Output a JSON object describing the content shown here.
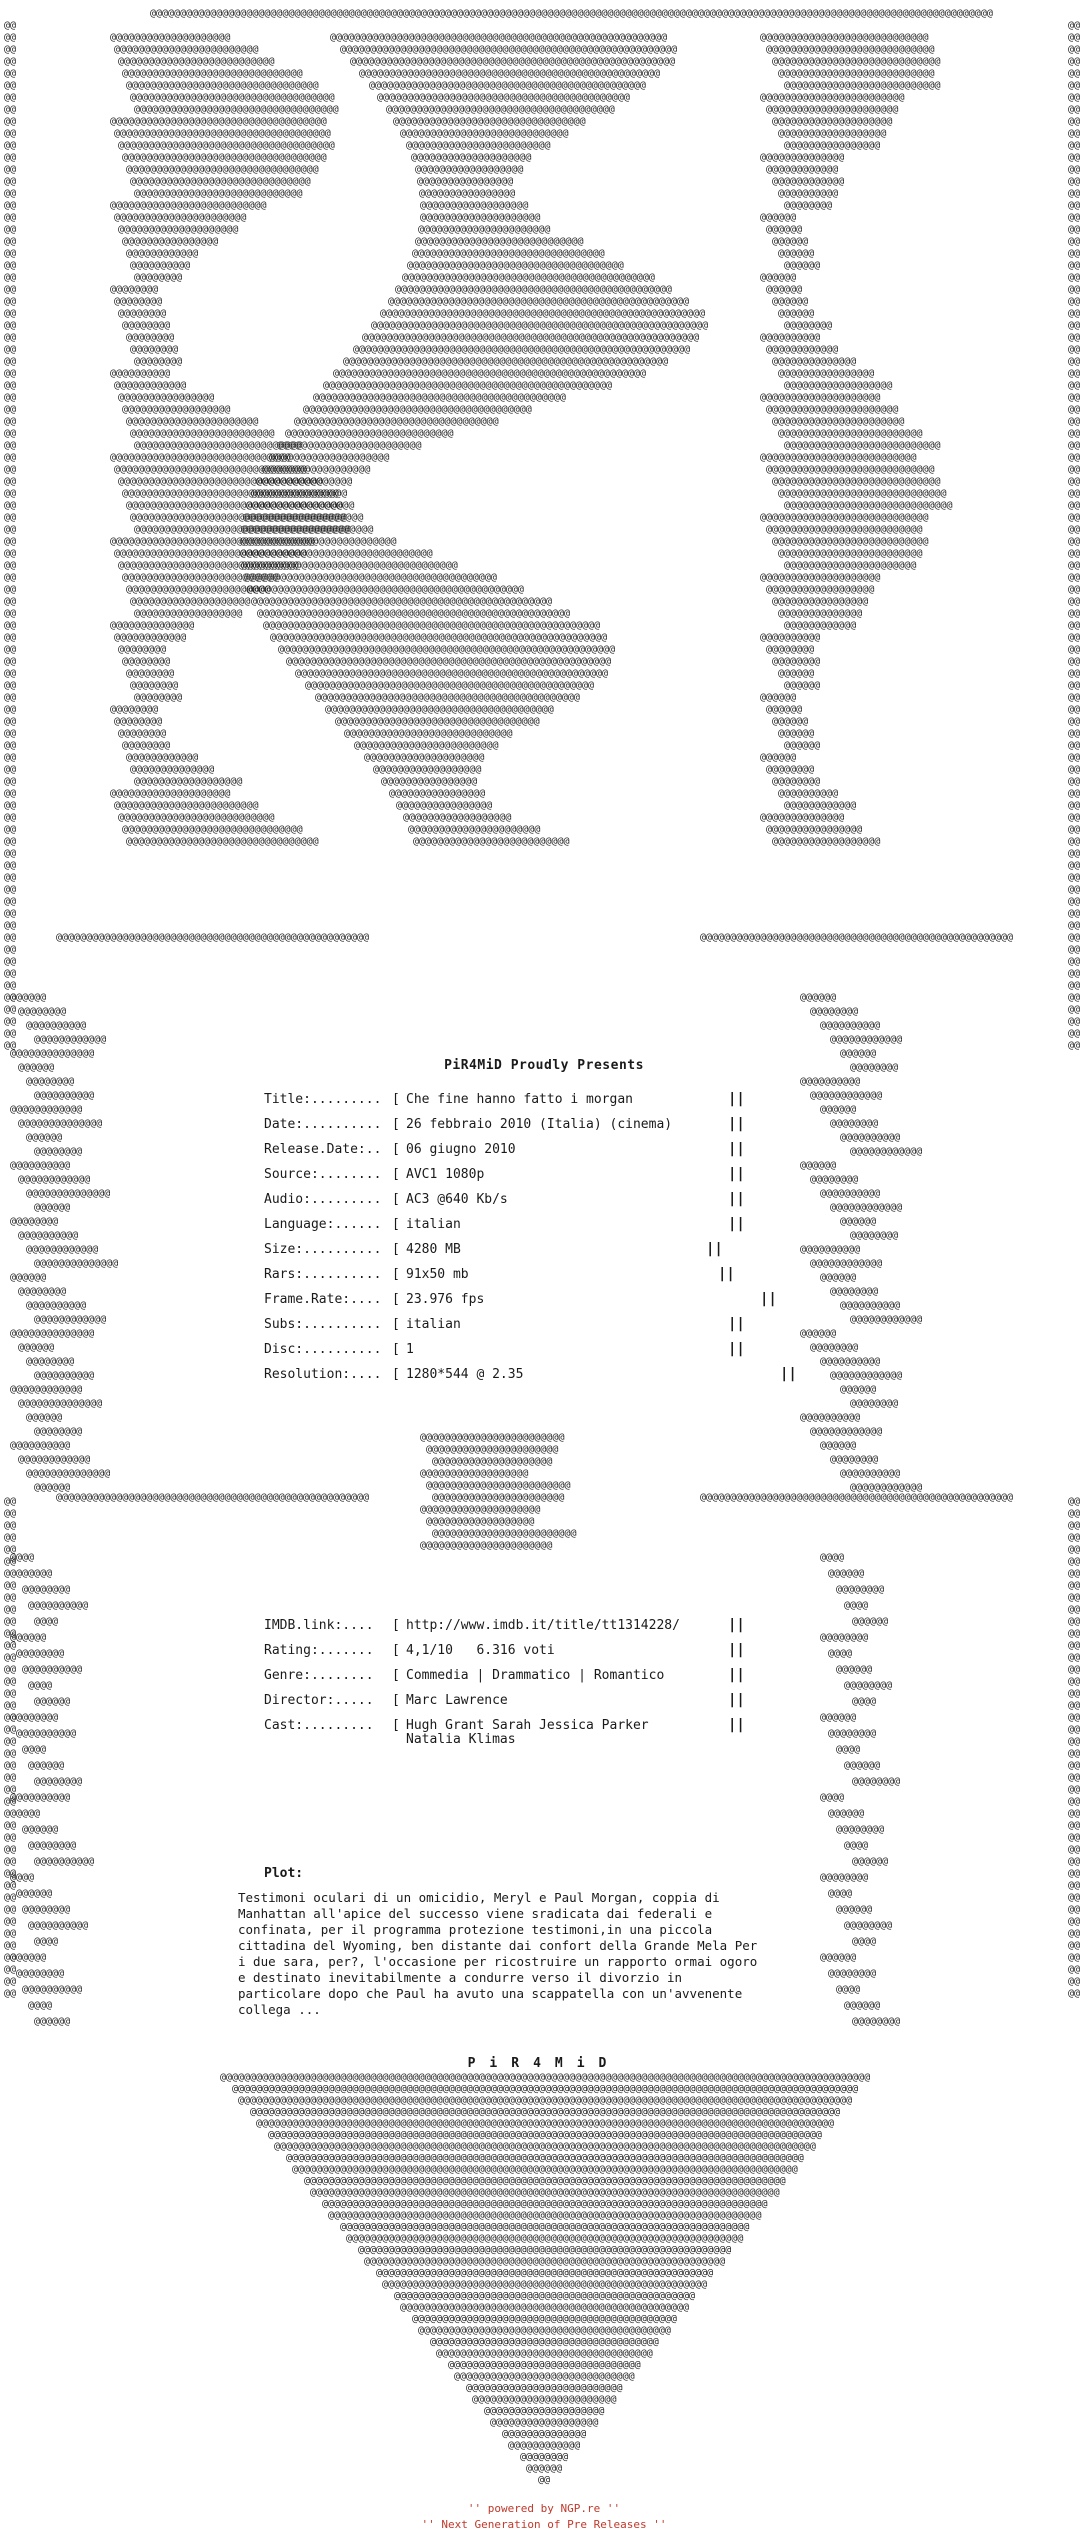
{
  "header": {
    "presents": "PiR4MiD Proudly Presents"
  },
  "info": [
    {
      "label": "Title:.........",
      "value": "Che fine hanno fatto i morgan"
    },
    {
      "label": "Date:..........",
      "value": "26 febbraio 2010 (Italia) (cinema)"
    },
    {
      "label": "Release.Date:..",
      "value": "06 giugno 2010"
    },
    {
      "label": "Source:........",
      "value": "AVC1 1080p"
    },
    {
      "label": "Audio:.........",
      "value": "AC3 @640 Kb/s"
    },
    {
      "label": "Language:......",
      "value": "italian"
    },
    {
      "label": "Size:..........",
      "value": "4280 MB"
    },
    {
      "label": "Rars:..........",
      "value": "91x50 mb"
    },
    {
      "label": "Frame.Rate:....",
      "value": "23.976 fps"
    },
    {
      "label": "Subs:..........",
      "value": "italian"
    },
    {
      "label": "Disc:..........",
      "value": "1"
    },
    {
      "label": "Resolution:....",
      "value": "1280*544 @ 2.35"
    }
  ],
  "details": [
    {
      "label": "IMDB.link:....",
      "value": "http://www.imdb.it/title/tt1314228/"
    },
    {
      "label": "Rating:.......",
      "value": "4,1/10   6.316 voti"
    },
    {
      "label": "Genre:........",
      "value": "Commedia | Drammatico | Romantico"
    },
    {
      "label": "Director:.....",
      "value": "Marc Lawrence"
    },
    {
      "label": "Cast:.........",
      "value": "Hugh Grant Sarah Jessica Parker"
    },
    {
      "label": "",
      "value": "Natalia Klimas"
    }
  ],
  "bracket": "[",
  "pipe": "||",
  "plot": {
    "title": "Plot:",
    "text": "Testimoni oculari di un omicidio, Meryl e Paul Morgan, coppia di Manhattan all'apice del successo viene sradicata dai federali e confinata, per il programma protezione testimoni,in una piccola cittadina del Wyoming, ben distante dai confort della Grande Mela Per i due sara, per?, l'occasione per ricostruire un rapporto ormai ogoro e destinato inevitabilmente a condurre verso il divorzio in particolare dopo che Paul ha avuto una scappatella con un'avvenente collega ..."
  },
  "brand": "PiR4MiD",
  "footer": {
    "line1": "'' powered by NGP.re ''",
    "line2": "'' Next Generation of Pre Releases ''"
  },
  "art": {
    "glyph": "@@"
  },
  "colors": {
    "text": "#1a1a1a",
    "footer": "#c0392b",
    "background": "#ffffff"
  }
}
